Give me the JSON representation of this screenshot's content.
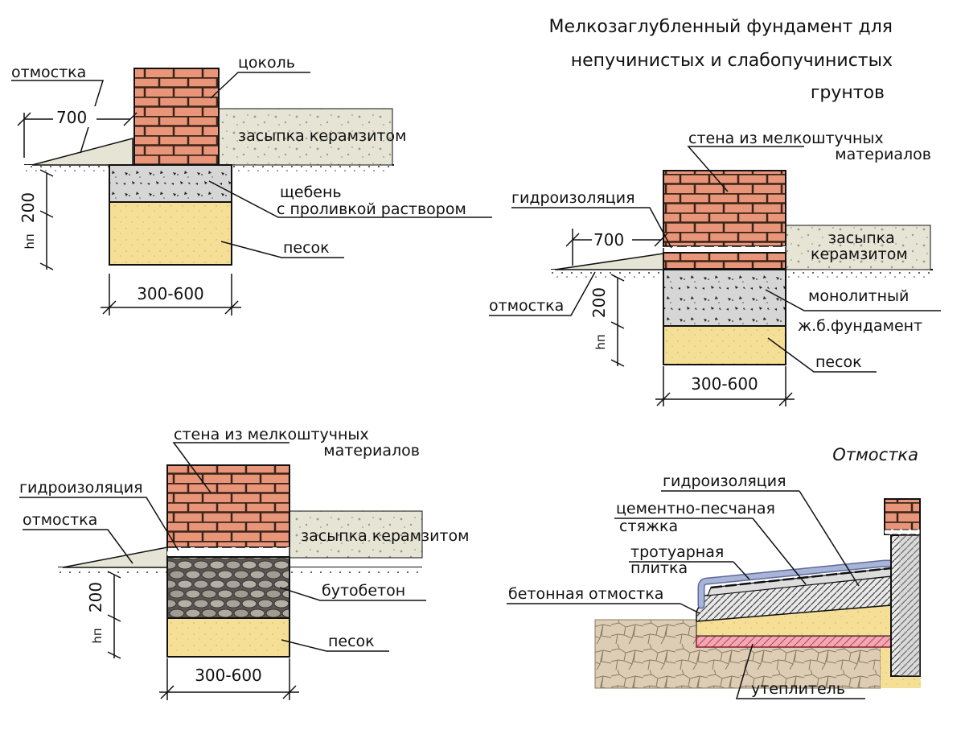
{
  "title": {
    "line1": "Мелкозаглубленный фундамент для",
    "line2": "непучинистых и слабопучинистых",
    "line3": "грунтов"
  },
  "diagram1": {
    "otmostka": "отмостка",
    "cokol": "цоколь",
    "dim700": "700",
    "zasypka": "засыпка керамзитом",
    "shcheben1": "щебень",
    "shcheben2": "с проливкой раствором",
    "pesok": "песок",
    "dim200": "200",
    "hn": "hп",
    "width": "300-600"
  },
  "diagram2": {
    "stena1": "стена из мелкоштучных",
    "stena2": "материалов",
    "gidro": "гидроизоляция",
    "dim700": "700",
    "zasypka1": "засыпка",
    "zasypka2": "керамзитом",
    "otmostka": "отмостка",
    "monolit1": "монолитный",
    "monolit2": "ж.б.фундамент",
    "pesok": "песок",
    "dim200": "200",
    "hn": "hп",
    "width": "300-600"
  },
  "diagram3": {
    "stena1": "стена из мелкоштучных",
    "stena2": "материалов",
    "gidro": "гидроизоляция",
    "otmostka": "отмостка",
    "zasypka": "засыпка керамзитом",
    "butobeton": "бутобетон",
    "pesok": "песок",
    "dim200": "200",
    "hn": "hп",
    "width": "300-600"
  },
  "diagram4": {
    "title": "Отмостка",
    "gidro": "гидроизоляция",
    "styazhka1": "цементно-песчаная",
    "styazhka2": "стяжка",
    "plitka1": "тротуарная",
    "plitka2": "плитка",
    "betonnaya": "бетонная отмостка",
    "uteplitel": "утеплитель"
  },
  "colors": {
    "brick": "#e8957a",
    "mortar": "#3a2418",
    "sand": "#f5df96",
    "gravel": "#d6d6d6",
    "backfill": "#e6e4d4",
    "stone": "#d9c9b0",
    "insulation": "#f2a8b4",
    "tile": "#a9b4d6"
  }
}
